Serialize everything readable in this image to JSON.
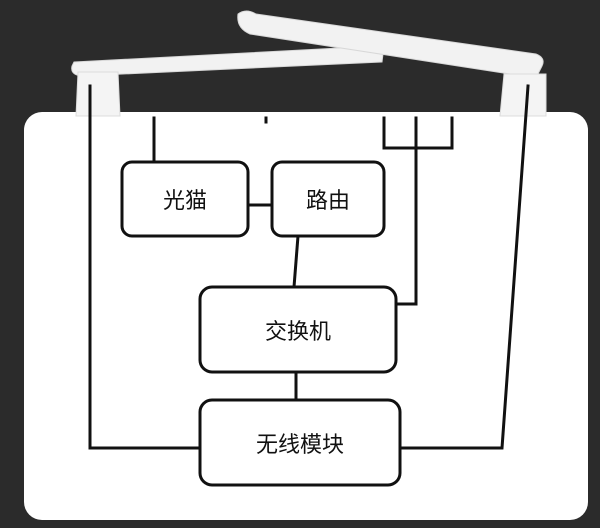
{
  "nodes": {
    "optical_modem": "光猫",
    "router": "路由",
    "switch": "交换机",
    "wireless_module": "无线模块"
  },
  "colors": {
    "background": "#2b2b2b",
    "device_body": "#ffffff",
    "antenna": "#f4f4f4",
    "line": "#111111"
  }
}
